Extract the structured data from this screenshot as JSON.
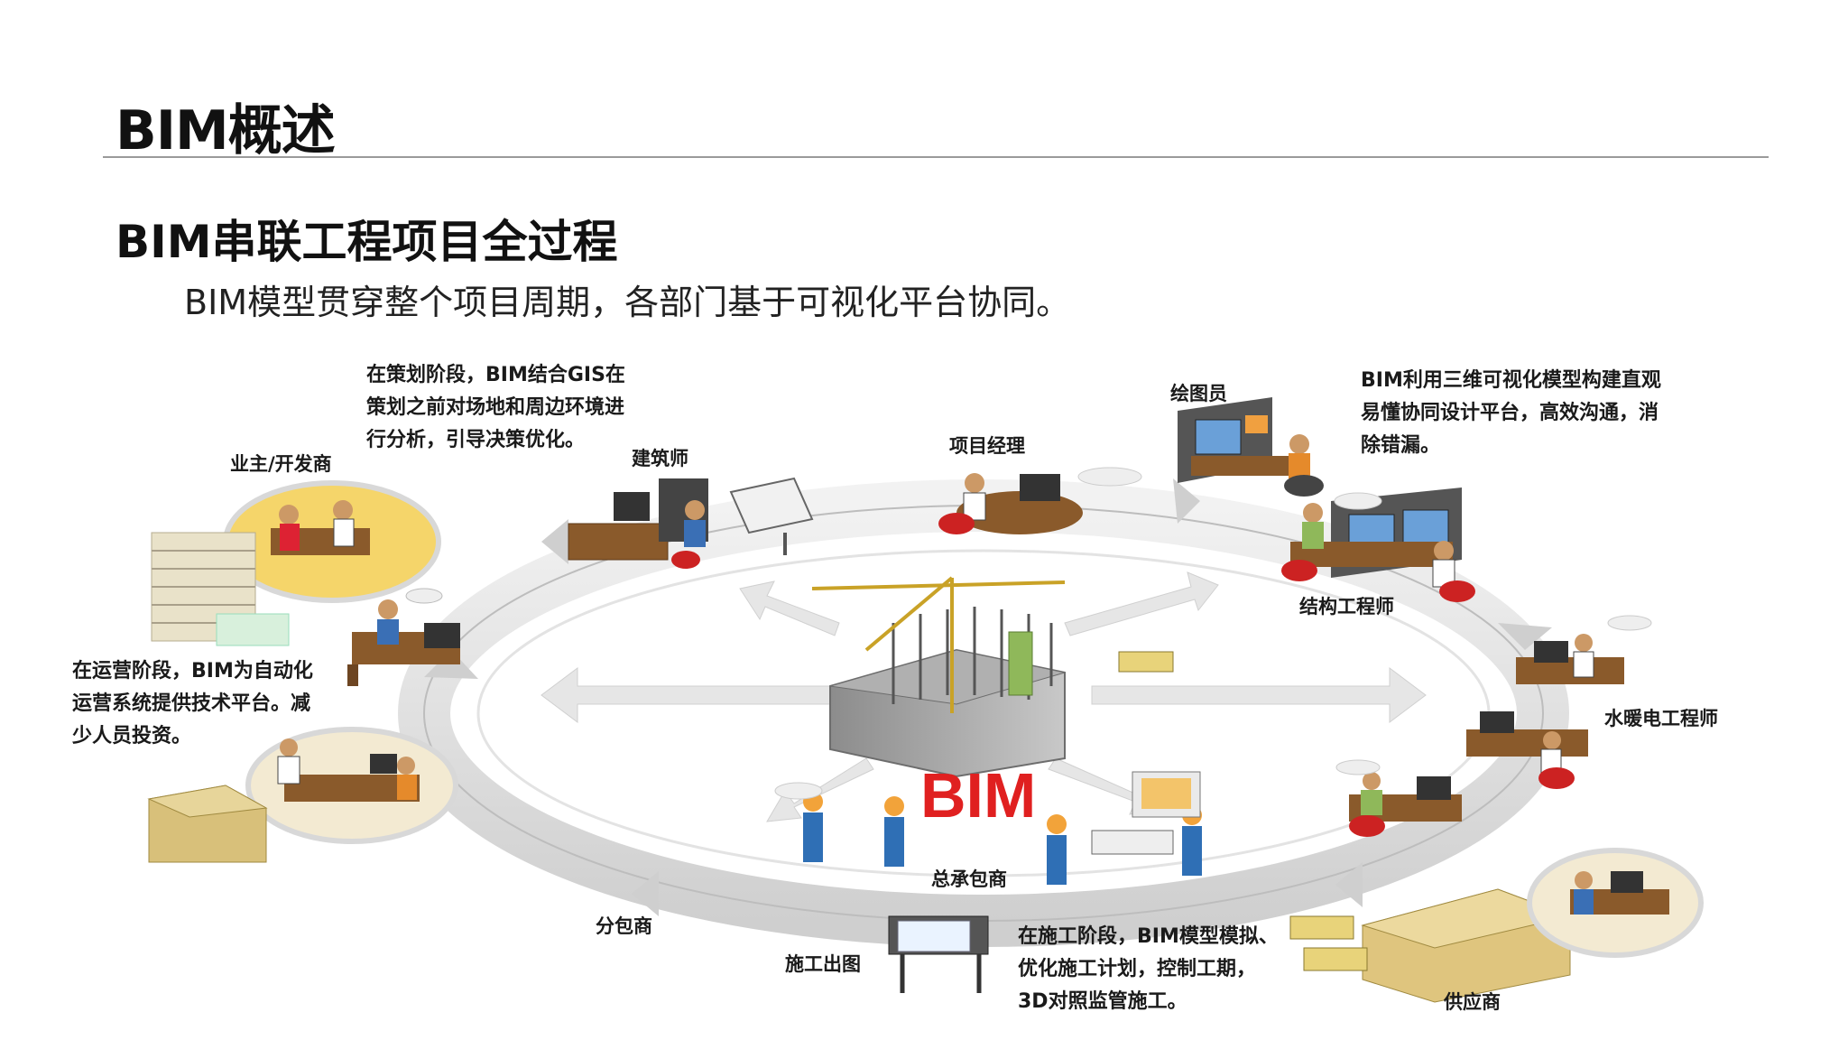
{
  "page": {
    "title": "BIM概述",
    "subtitle": "BIM串联工程项目全过程",
    "description": "BIM模型贯穿整个项目周期，各部门基于可视化平台协同。"
  },
  "diagram": {
    "center_label": "BIM",
    "roles": {
      "owner": "业主/开发商",
      "architect": "建筑师",
      "project_manager": "项目经理",
      "drafter": "绘图员",
      "structural_engineer": "结构工程师",
      "mep_engineer": "水暖电工程师",
      "general_contractor": "总承包商",
      "subcontractor": "分包商",
      "construction_drawing": "施工出图",
      "supplier": "供应商"
    },
    "notes": {
      "planning": [
        "在策划阶段，BIM结合GIS在",
        "策划之前对场地和周边环境进",
        "行分析，引导决策优化。"
      ],
      "design": [
        "BIM利用三维可视化模型构建直观",
        "易懂协同设计平台，高效沟通，消",
        "除错漏。"
      ],
      "operation": [
        "在运营阶段，BIM为自动化",
        "运营系统提供技术平台。减",
        "少人员投资。"
      ],
      "construction": [
        "在施工阶段，BIM模型模拟、",
        "优化施工计划，控制工期，",
        "3D对照监管施工。"
      ]
    },
    "colors": {
      "bim_red": "#e02020",
      "ring_gray": "#d9d9d9",
      "rule_gray": "#9a9a9a"
    }
  }
}
